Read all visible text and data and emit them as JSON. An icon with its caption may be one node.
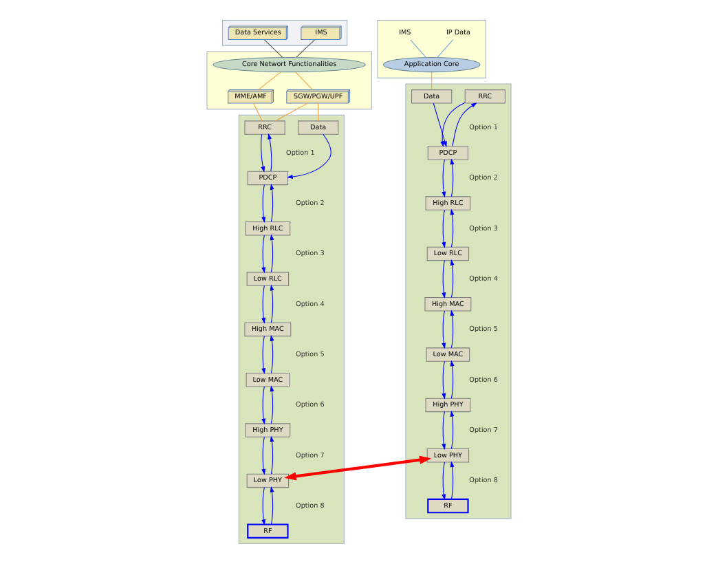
{
  "diagram": {
    "nodes": [
      {
        "text": [],
        "shape": "box"
      },
      {
        "text": [
          "IMS"
        ],
        "in": 0
      },
      {
        "text": [
          "Data Services"
        ],
        "in": 0
      },
      {
        "text": [],
        "shape": "box"
      },
      {
        "text": [
          "Core Networt Functionalities"
        ],
        "in": 3
      },
      {
        "text": [
          "MME/AMF"
        ],
        "in": 3
      },
      {
        "text": [
          "SGW/PGW/UPF"
        ],
        "in": 3
      },
      {
        "text": [],
        "shape": "box"
      },
      {
        "text": [
          "RRC"
        ],
        "in": 7
      },
      {
        "text": [
          "Data"
        ],
        "in": 7
      },
      {
        "text": [
          "PDCP"
        ],
        "in": 7
      },
      {
        "text": [
          "High RLC"
        ],
        "in": 7
      },
      {
        "text": [
          "Low RLC"
        ],
        "in": 7
      },
      {
        "text": [
          "High MAC"
        ],
        "in": 7
      },
      {
        "text": [
          "Low MAC"
        ],
        "in": 7
      },
      {
        "text": [
          "High PHY"
        ],
        "in": 7
      },
      {
        "text": [
          "Low PHY"
        ],
        "in": 7
      },
      {
        "text": [
          "RF"
        ],
        "in": 7
      },
      {
        "text": [],
        "shape": "box"
      },
      {
        "text": [
          "IP Data"
        ],
        "in": 18
      },
      {
        "text": [
          "IMS"
        ],
        "in": 18
      },
      {
        "text": [
          "Application Core"
        ],
        "in": 18
      },
      {
        "text": [],
        "shape": "box"
      },
      {
        "text": [
          "RRC"
        ],
        "in": 22
      },
      {
        "text": [
          "Data"
        ],
        "in": 22
      },
      {
        "text": [
          "PDCP"
        ],
        "in": 22
      },
      {
        "text": [
          "High RLC"
        ],
        "in": 22
      },
      {
        "text": [
          "Low RLC"
        ],
        "in": 22
      },
      {
        "text": [
          "High MAC"
        ],
        "in": 22
      },
      {
        "text": [
          "Low MAC"
        ],
        "in": 22
      },
      {
        "text": [
          "High PHY"
        ],
        "in": 22
      },
      {
        "text": [
          "Low PHY"
        ],
        "in": 22
      },
      {
        "text": [
          "RF"
        ],
        "in": 22
      }
    ],
    "edges": [
      {
        "from": 1,
        "to": 4,
        "arrow": "none",
        "color": "#555555"
      },
      {
        "from": 2,
        "to": 4,
        "arrow": "none",
        "color": "#555555"
      },
      {
        "from": 4,
        "to": 5,
        "arrow": "none",
        "color": "#f4a040"
      },
      {
        "from": 4,
        "to": 6,
        "arrow": "none",
        "color": "#f4a040"
      },
      {
        "from": 5,
        "to": 8,
        "arrow": "none",
        "color": "#f4a040"
      },
      {
        "from": 6,
        "to": 8,
        "arrow": "none",
        "color": "#f4a040"
      },
      {
        "from": 6,
        "to": 9,
        "arrow": "none",
        "color": "#f4a040"
      },
      {
        "from": 10,
        "to": 8,
        "arrow": "to"
      },
      {
        "from": 8,
        "to": 10,
        "arrow": "to"
      },
      {
        "from": 9,
        "to": 10,
        "arrow": "to"
      },
      {
        "from": 11,
        "to": 10,
        "arrow": "to"
      },
      {
        "from": 10,
        "to": 11,
        "arrow": "to"
      },
      {
        "from": 12,
        "to": 11,
        "arrow": "to"
      },
      {
        "from": 11,
        "to": 12,
        "arrow": "to"
      },
      {
        "from": 13,
        "to": 12,
        "arrow": "to"
      },
      {
        "from": 12,
        "to": 13,
        "arrow": "to"
      },
      {
        "from": 14,
        "to": 13,
        "arrow": "to"
      },
      {
        "from": 13,
        "to": 14,
        "arrow": "to"
      },
      {
        "from": 15,
        "to": 14,
        "arrow": "to"
      },
      {
        "from": 14,
        "to": 15,
        "arrow": "to"
      },
      {
        "from": 16,
        "to": 15,
        "arrow": "to"
      },
      {
        "from": 15,
        "to": 16,
        "arrow": "to"
      },
      {
        "from": 17,
        "to": 16,
        "arrow": "to"
      },
      {
        "from": 16,
        "to": 17,
        "arrow": "to"
      },
      {
        "from": 19,
        "to": 21,
        "arrow": "none",
        "color": "#6fa8dc"
      },
      {
        "from": 20,
        "to": 21,
        "arrow": "none",
        "color": "#6fa8dc"
      },
      {
        "from": 21,
        "to": 24,
        "arrow": "none",
        "color": "#f4a040"
      },
      {
        "from": 25,
        "to": 23,
        "arrow": "to"
      },
      {
        "from": 23,
        "to": 25,
        "arrow": "to"
      },
      {
        "from": 24,
        "to": 25,
        "arrow": "to"
      },
      {
        "from": 26,
        "to": 25,
        "arrow": "to"
      },
      {
        "from": 25,
        "to": 26,
        "arrow": "to"
      },
      {
        "from": 27,
        "to": 26,
        "arrow": "to"
      },
      {
        "from": 26,
        "to": 27,
        "arrow": "to"
      },
      {
        "from": 28,
        "to": 27,
        "arrow": "to"
      },
      {
        "from": 27,
        "to": 28,
        "arrow": "to"
      },
      {
        "from": 29,
        "to": 28,
        "arrow": "to"
      },
      {
        "from": 28,
        "to": 29,
        "arrow": "to"
      },
      {
        "from": 30,
        "to": 29,
        "arrow": "to"
      },
      {
        "from": 29,
        "to": 30,
        "arrow": "to"
      },
      {
        "from": 31,
        "to": 30,
        "arrow": "to"
      },
      {
        "from": 30,
        "to": 31,
        "arrow": "to"
      },
      {
        "from": 32,
        "to": 31,
        "arrow": "to"
      },
      {
        "from": 31,
        "to": 32,
        "arrow": "to"
      },
      {
        "from": 16,
        "to": 31,
        "arrow": "both",
        "style": "thick",
        "color": "#ff0000"
      }
    ],
    "labels": [
      "Option 1",
      "Option 2",
      "Option 3",
      "Option 4",
      "Option 5",
      "Option 6",
      "Option 7",
      "Option 8",
      "Option 1",
      "Option 2",
      "Option 3",
      "Option 4",
      "Option 5",
      "Option 6",
      "Option 7",
      "Option 8"
    ]
  }
}
